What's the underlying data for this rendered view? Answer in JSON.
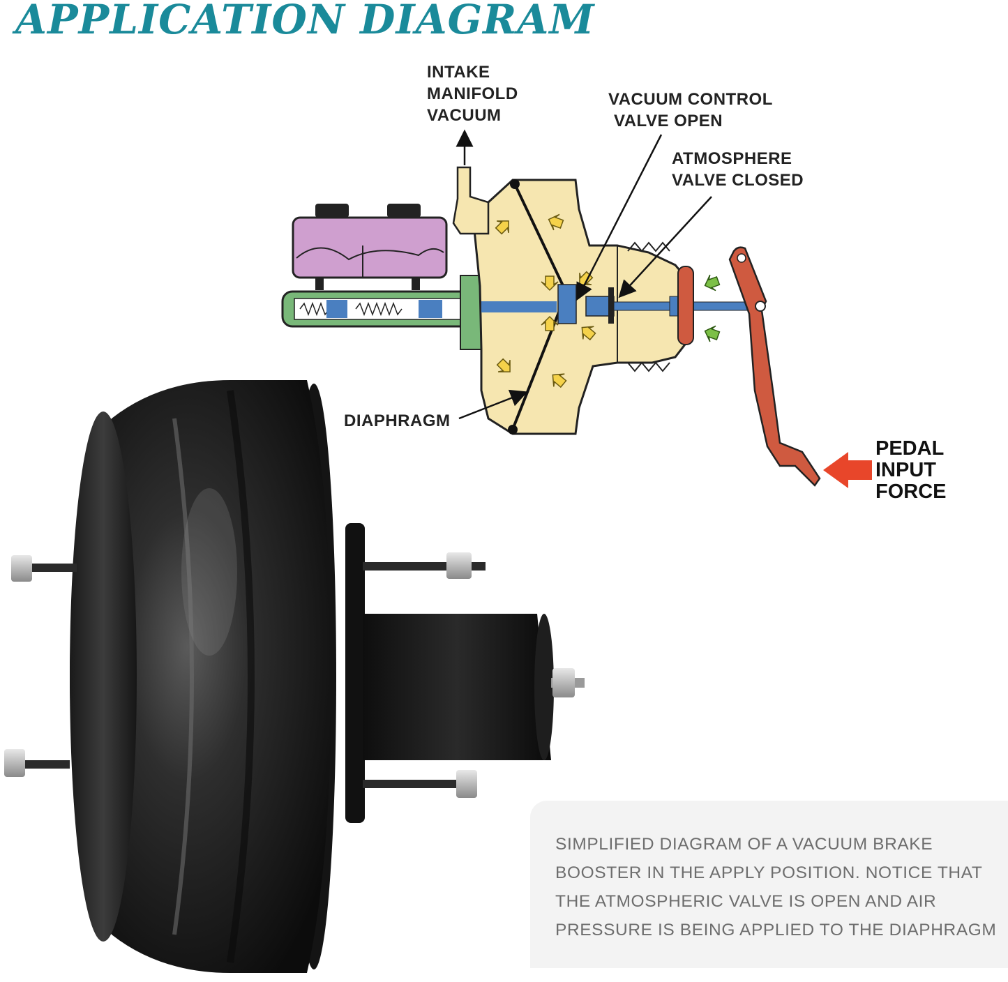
{
  "page": {
    "title": "APPLICATION DIAGRAM",
    "title_color": "#1a8a9a"
  },
  "diagram": {
    "labels": {
      "intake": [
        "INTAKE",
        "MANIFOLD",
        "VACUUM"
      ],
      "vacuum_valve": [
        "VACUUM CONTROL",
        "VALVE OPEN"
      ],
      "atmosphere_valve": [
        "ATMOSPHERE",
        "VALVE CLOSED"
      ],
      "diaphragm": "DIAPHRAGM",
      "pedal": [
        "PEDAL",
        "INPUT",
        "FORCE"
      ]
    },
    "colors": {
      "reservoir": "#cf9fcf",
      "master_cylinder": "#79b879",
      "booster": "#f6e6b0",
      "pushrod": "#4a7fc0",
      "pedal": "#cf5a40",
      "arrow_inside": "#f5d24a",
      "arrow_outside": "#7cc046",
      "arrow_pedal": "#e8462a"
    }
  },
  "product": {
    "name_icon": "brake-booster-photo",
    "color": "#1b1b1b"
  },
  "caption": {
    "text": "SIMPLIFIED DIAGRAM OF A VACUUM BRAKE BOOSTER IN THE APPLY POSITION. NOTICE THAT THE ATMOSPHERIC VALVE IS OPEN AND AIR PRESSURE IS BEING APPLIED TO THE DIAPHRAGM"
  }
}
